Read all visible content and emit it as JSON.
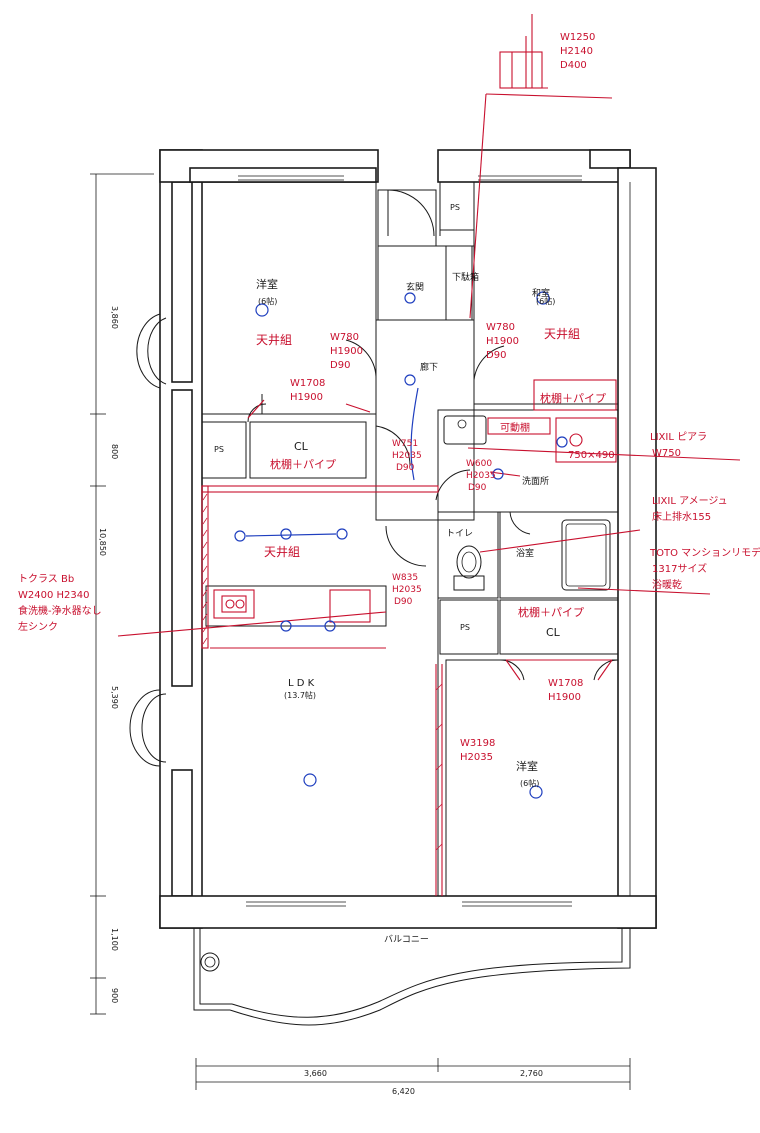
{
  "rooms": {
    "western_room_nw": "洋室",
    "western_room_nw_area": "(6帖)",
    "japanese_room_ne": "和室",
    "japanese_room_ne_area": "(6帖)",
    "entrance": "玄関",
    "shoebox": "下駄箱",
    "hallway": "廊下",
    "washroom": "洗面所",
    "toilet": "トイレ",
    "bathroom": "浴室",
    "ldk": "L D K",
    "ldk_area": "(13.7帖)",
    "western_room_se": "洋室",
    "western_room_se_area": "(6帖)",
    "ps": "PS",
    "cl": "CL",
    "balcony": "バルコニー"
  },
  "dimensions": {
    "v_top": "3,860",
    "v_mid": "800",
    "v_total": "10,850",
    "v_lower": "5,390",
    "v_balcony1": "1,100",
    "v_balcony2": "900",
    "h_left": "3,660",
    "h_right": "2,760",
    "h_total": "6,420"
  },
  "notes": {
    "top_right": [
      "W1250",
      "H2140",
      "D400"
    ],
    "nw_ceiling": "天井組",
    "door_nw": [
      "W780",
      "H1900",
      "D90"
    ],
    "door_ne": [
      "W780",
      "H1900",
      "D90"
    ],
    "ne_ceiling": "天井組",
    "closet_nw": [
      "W1708",
      "H1900"
    ],
    "closet_nw_shelf": "枕棚＋パイプ",
    "closet_ne_shelf": "枕棚＋パイプ",
    "hall_door": [
      "W751",
      "H2035",
      "D90"
    ],
    "wash_door": [
      "W600",
      "H2035",
      "D90"
    ],
    "wash_shelf": "可動棚",
    "vanity_size": "750×490",
    "lixil_vanity": [
      "LIXIL ピアラ",
      "W750"
    ],
    "lixil_toilet": [
      "LIXIL アメージュ",
      "床上排水155"
    ],
    "toto_bath": [
      "TOTO マンションリモデル",
      "1317サイズ",
      "浴暖乾"
    ],
    "ldk_ceiling": "天井組",
    "kitchen_note": [
      "トクラス Bb",
      "W2400 H2340",
      "食洗機-浄水器なし",
      "左シンク"
    ],
    "ldk_door": [
      "W835",
      "H2035",
      "D90"
    ],
    "se_closet_shelf": "枕棚＋パイプ",
    "se_closet": [
      "W1708",
      "H1900"
    ],
    "se_door": [
      "W3198",
      "H2035"
    ]
  }
}
